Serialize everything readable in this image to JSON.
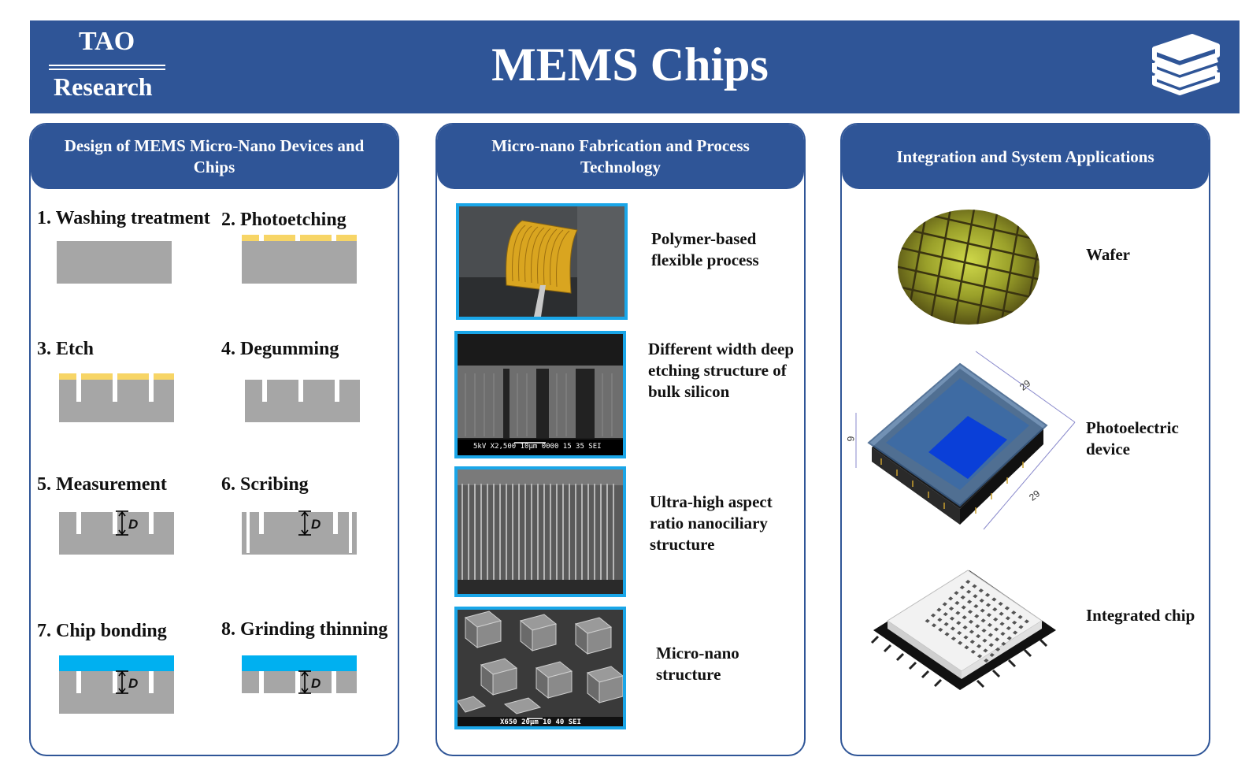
{
  "header": {
    "logo_top": "TAO",
    "logo_bottom": "Research",
    "title": "MEMS Chips",
    "icon": "books-icon"
  },
  "colors": {
    "header_blue": "#2f5597",
    "silicon_gray": "#a6a6a6",
    "photoresist_yellow": "#f7d566",
    "bonding_cyan": "#00b0f0",
    "photo_border": "#1aa6e8"
  },
  "panels": {
    "design": {
      "title": "Design of MEMS Micro-Nano Devices and Chips",
      "steps": [
        "1. Washing treatment",
        "2. Photoetching",
        "3. Etch",
        "4. Degumming",
        "5. Measurement",
        "6. Scribing",
        "7. Chip bonding",
        "8. Grinding thinning"
      ],
      "dimension_label": "D"
    },
    "fabrication": {
      "title": "Micro-nano Fabrication and Process Technology",
      "items": [
        {
          "caption": "Polymer-based flexible process"
        },
        {
          "caption": "Different width deep etching structure of bulk silicon",
          "image_text": "5kV   X2,500   10μm 0000 15 35 SEI"
        },
        {
          "caption": "Ultra-high aspect ratio nanociliary structure"
        },
        {
          "caption": "Micro-nano structure",
          "image_text": "X650  20μm   10 40 SEI"
        }
      ]
    },
    "integration": {
      "title": "Integration and System Applications",
      "items": [
        {
          "caption": "Wafer"
        },
        {
          "caption": "Photoelectric device",
          "dimensions": [
            "29",
            "29",
            "9"
          ]
        },
        {
          "caption": "Integrated chip"
        }
      ]
    }
  }
}
